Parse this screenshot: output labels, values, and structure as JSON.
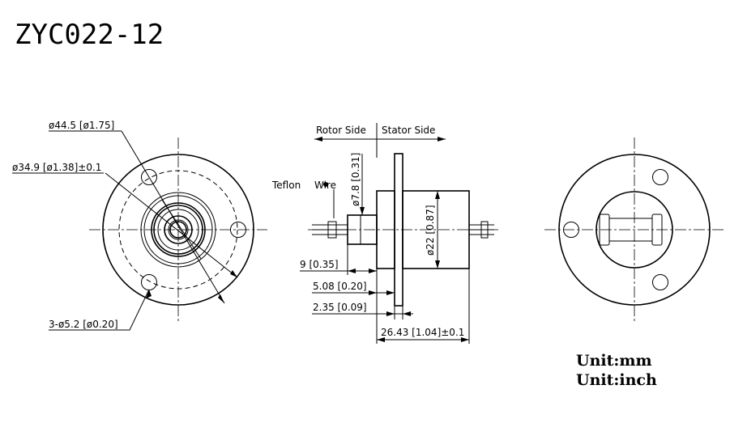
{
  "title": "ZYC022-12",
  "front_view": {
    "flange_diameter": "ø44.5 [ø1.75]",
    "hole_circle": "ø34.9 [ø1.38]±0.1",
    "holes": "3-ø5.2 [ø0.20]"
  },
  "side_view": {
    "rotor_side": "Rotor Side",
    "stator_side": "Stator Side",
    "teflon": "Teflon",
    "wire": "Wire",
    "shaft_diameter": "ø7.8 [0.31]",
    "body_diameter": "ø22 [0.87]",
    "rotor_length": "9 [0.35]",
    "flange_offset": "5.08 [0.20]",
    "flange_thickness": "2.35 [0.09]",
    "body_length": "26.43 [1.04]±0.1"
  },
  "units": {
    "mm": "Unit:mm",
    "inch": "Unit:inch"
  }
}
